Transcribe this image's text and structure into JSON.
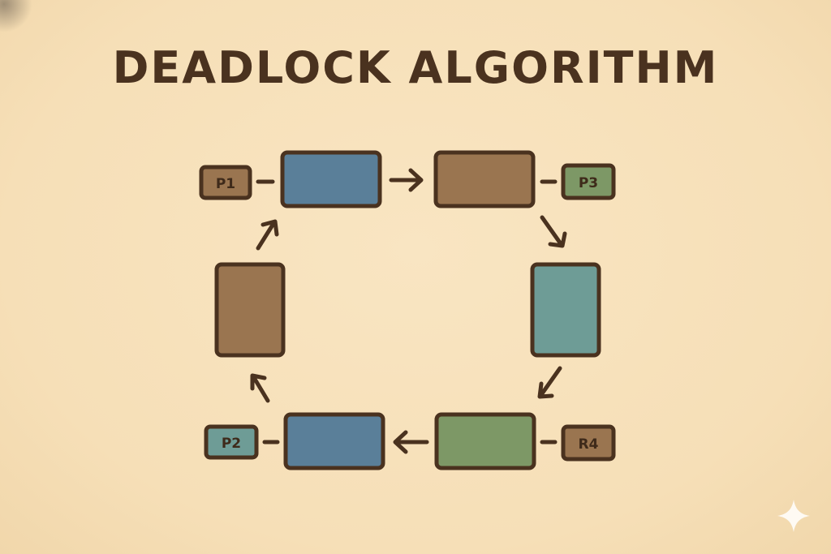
{
  "title": "DEADLOCK ALGORITHM",
  "labels": {
    "p1": "P1",
    "p2": "P2",
    "p3": "P3",
    "r4": "R4"
  },
  "colors": {
    "background": "#f7e1bb",
    "outline": "#4a321f",
    "blue": "#5a7f99",
    "brown": "#9a7550",
    "teal": "#6e9c96",
    "green": "#7d9866"
  }
}
